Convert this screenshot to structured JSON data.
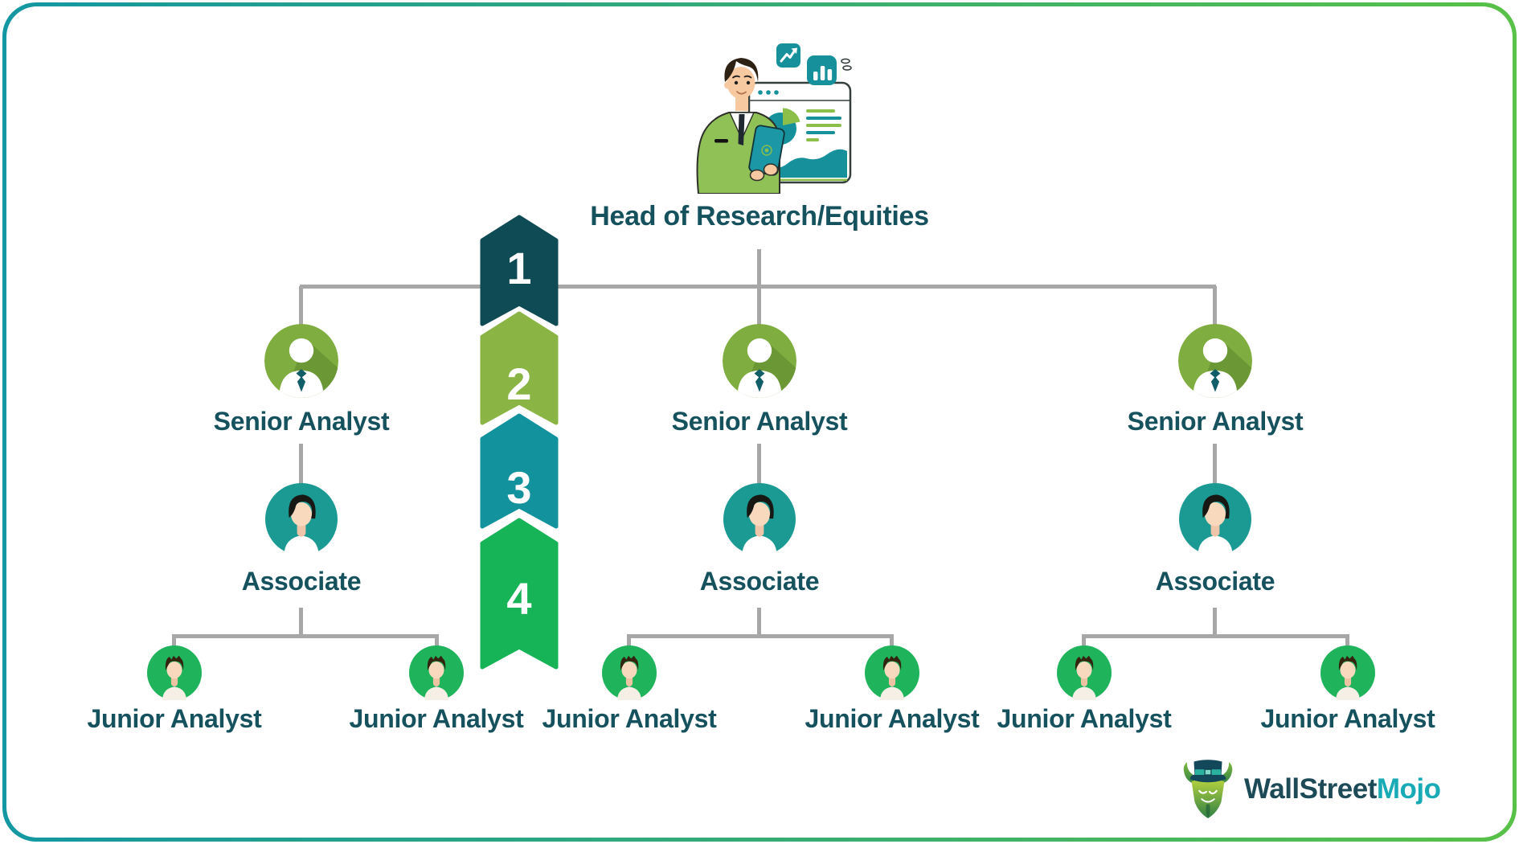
{
  "org_chart": {
    "root": "Head of Research/Equities",
    "branches": [
      {
        "senior": "Senior Analyst",
        "associate": "Associate",
        "juniors": [
          "Junior Analyst",
          "Junior Analyst"
        ]
      },
      {
        "senior": "Senior Analyst",
        "associate": "Associate",
        "juniors": [
          "Junior Analyst",
          "Junior Analyst"
        ]
      },
      {
        "senior": "Senior Analyst",
        "associate": "Associate",
        "juniors": [
          "Junior Analyst",
          "Junior Analyst"
        ]
      }
    ]
  },
  "ribbon": {
    "steps": [
      {
        "number": "1",
        "color": "#0e4b54"
      },
      {
        "number": "2",
        "color": "#8ab544"
      },
      {
        "number": "3",
        "color": "#12929c"
      },
      {
        "number": "4",
        "color": "#16b357"
      }
    ]
  },
  "logo": {
    "part1": "WallStreet",
    "part2": "Mojo"
  },
  "icons": {
    "header": "analyst-with-dashboard-illustration",
    "senior": "person-with-tie-avatar",
    "associate": "person-avatar",
    "junior": "young-person-avatar",
    "logo": "bull-with-top-hat"
  },
  "colors": {
    "label_text": "#15525e",
    "connector": "#a7a7a7",
    "senior_avatar": "#7fad3f",
    "associate_avatar": "#1a9a92",
    "junior_avatar": "#1fb45c",
    "frame_gradient_left": "#1397a2",
    "frame_gradient_right": "#58c148",
    "logo_text_primary": "#1d4a57",
    "logo_text_secondary": "#18aab5"
  }
}
